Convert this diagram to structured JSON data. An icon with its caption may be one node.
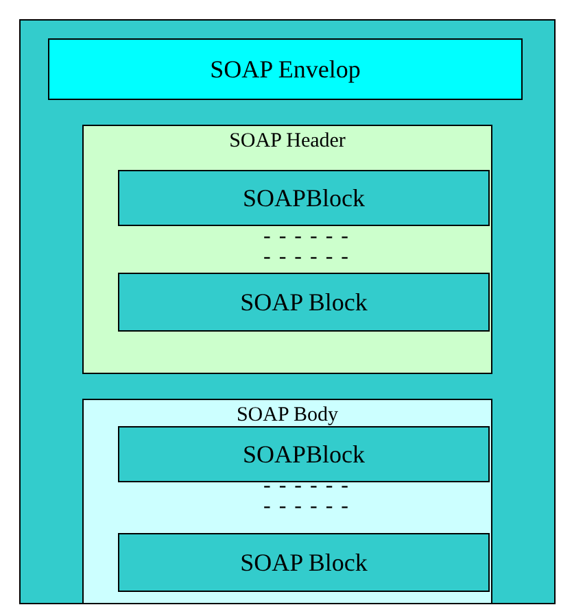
{
  "diagram": {
    "nodes": [
      {
        "text": [],
        "shape": "box"
      },
      {
        "text": [
          "SOAP Envelop"
        ],
        "in": 0
      },
      {
        "text": [
          "SOAP Header"
        ],
        "in": 0
      },
      {
        "text": [
          "SOAPBlock"
        ],
        "in": 2
      },
      {
        "text": [
          "SOAP Block"
        ],
        "in": 2
      },
      {
        "text": [
          "SOAP Body"
        ],
        "in": 0
      },
      {
        "text": [
          "SOAPBlock"
        ],
        "in": 5
      },
      {
        "text": [
          "SOAP Block"
        ],
        "in": 5
      }
    ],
    "labels": [
      "- - - - - -",
      "- - - - - -",
      "- - - - - -",
      "- - - - - -"
    ]
  }
}
